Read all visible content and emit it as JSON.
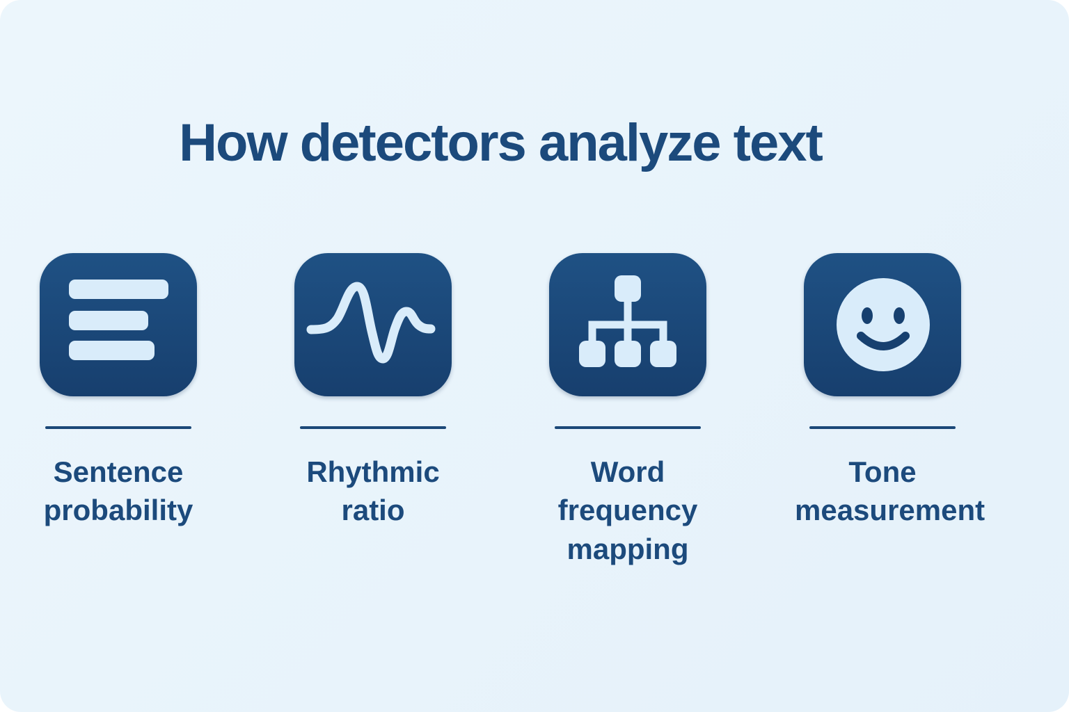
{
  "page": {
    "title": "How detectors analyze text",
    "background_color": "#e6f2fa",
    "text_color": "#1c4a7c",
    "tile_color": "#1b4878",
    "glyph_color": "#d9ecfa"
  },
  "cards": [
    {
      "label": "Sentence probability",
      "icon": "text-lines-icon"
    },
    {
      "label": "Rhythmic ratio",
      "icon": "waveform-icon"
    },
    {
      "label": "Word frequency mapping",
      "icon": "hierarchy-icon"
    },
    {
      "label": "Tone measurement",
      "icon": "smiley-face-icon"
    }
  ]
}
